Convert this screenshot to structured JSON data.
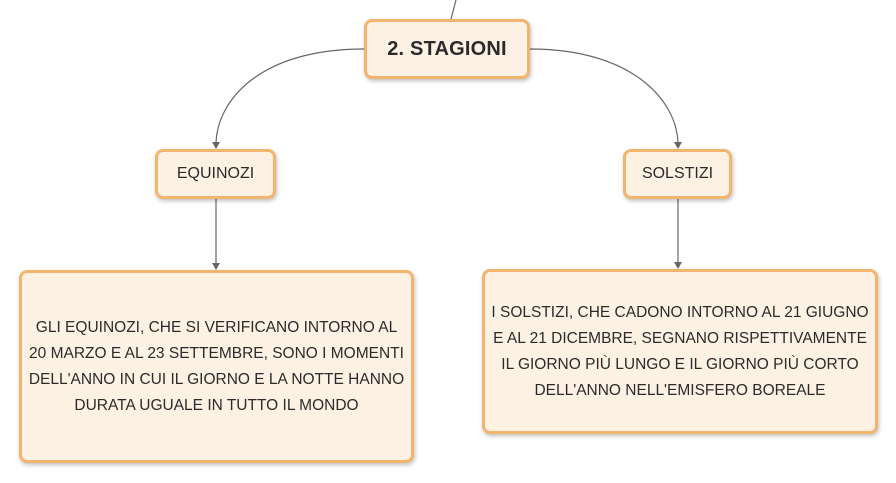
{
  "mindmap": {
    "root": {
      "label": "2. STAGIONI"
    },
    "branches": [
      {
        "label": "EQUINOZI",
        "detail": "GLI EQUINOZI, CHE SI VERIFICANO INTORNO AL 20 MARZO E AL 23 SETTEMBRE, SONO I MOMENTI DELL'ANNO IN CUI IL GIORNO E LA NOTTE HANNO DURATA UGUALE IN TUTTO IL MONDO"
      },
      {
        "label": "SOLSTIZI",
        "detail": "I SOLSTIZI, CHE CADONO INTORNO AL 21 GIUGNO E AL 21 DICEMBRE, SEGNANO RISPETTIVAMENTE IL GIORNO PIÙ LUNGO E IL GIORNO PIÙ CORTO DELL'ANNO NELL'EMISFERO BOREALE"
      }
    ]
  },
  "colors": {
    "node_fill": "#fdf1e4",
    "node_border": "#f2b56e",
    "connector": "#666666"
  }
}
